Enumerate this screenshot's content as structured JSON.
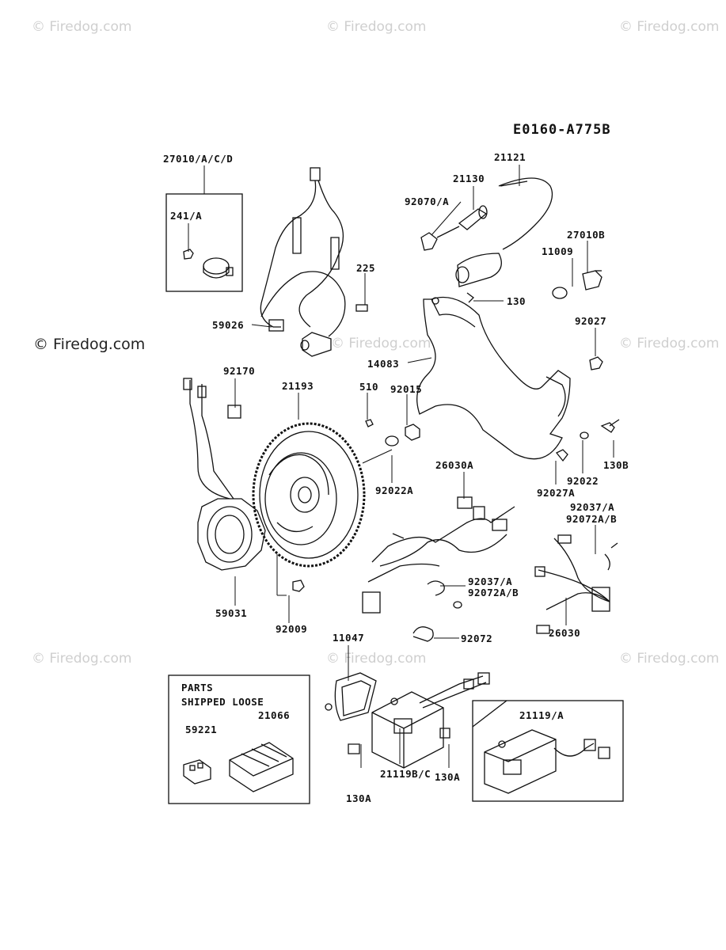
{
  "diagram_code": "E0160-A775B",
  "watermarks": {
    "main": "© Firedog.com",
    "repeat": "© Firedog.com"
  },
  "parts_shipped_loose": {
    "title_line1": "PARTS",
    "title_line2": "SHIPPED LOOSE"
  },
  "labels": {
    "p27010acd": "27010/A/C/D",
    "p241a": "241/A",
    "p225": "225",
    "p59026": "59026",
    "p92070a": "92070/A",
    "p21130": "21130",
    "p21121": "21121",
    "p27010b": "27010B",
    "p11009": "11009",
    "p130": "130",
    "p92027": "92027",
    "p14083": "14083",
    "p92170": "92170",
    "p21193": "21193",
    "p510": "510",
    "p92015": "92015",
    "p92022a": "92022A",
    "p26030a": "26030A",
    "p130b": "130B",
    "p92022": "92022",
    "p92027a": "92027A",
    "p92037a_top": "92037/A",
    "p92072ab_top": "92072A/B",
    "p59031": "59031",
    "p92009": "92009",
    "p92037a_mid": "92037/A",
    "p92072ab_mid": "92072A/B",
    "p26030": "26030",
    "p92072": "92072",
    "p11047": "11047",
    "p59221": "59221",
    "p21066": "21066",
    "p21119a": "21119/A",
    "p130a_left": "130A",
    "p21119bc": "21119B/C",
    "p130a_right": "130A"
  }
}
